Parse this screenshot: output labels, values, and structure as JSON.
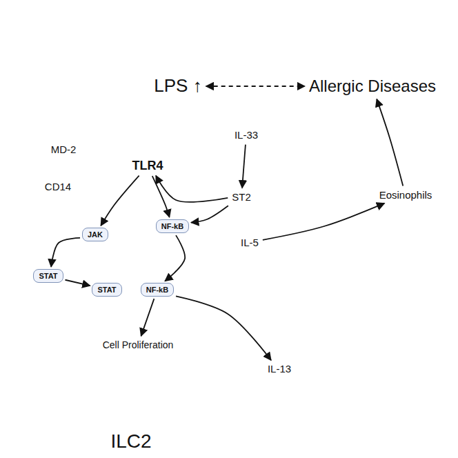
{
  "diagram": {
    "nodes": [
      {
        "text": [
          "LPS ↑"
        ]
      },
      {
        "text": [
          "Allergic Diseases"
        ]
      },
      {
        "text": [
          "TLR4"
        ]
      },
      {
        "text": [
          "IL-33"
        ]
      },
      {
        "text": [
          "ST2"
        ]
      },
      {
        "text": [
          "ILC2"
        ]
      },
      {
        "text": [
          "JAK"
        ],
        "in": 5
      },
      {
        "text": [
          "NF-kB"
        ],
        "in": 5
      },
      {
        "text": [
          "STAT"
        ],
        "in": 5
      },
      {
        "text": [
          "STAT"
        ],
        "in": 5
      },
      {
        "text": [
          "NF-kB"
        ],
        "in": 5
      },
      {
        "text": [
          "Cell Proliferation"
        ],
        "in": 5
      },
      {
        "text": [
          "IL-5"
        ],
        "in": 5
      },
      {
        "text": [
          "IL-13"
        ],
        "in": 5
      },
      {
        "text": [
          "Eosinophils"
        ]
      }
    ],
    "edges": [
      {
        "from": 0,
        "to": 1,
        "arrow": "both"
      },
      {
        "from": 2,
        "to": 6,
        "arrow": "to"
      },
      {
        "from": 2,
        "to": 7,
        "arrow": "to"
      },
      {
        "from": 4,
        "to": 2,
        "arrow": "to"
      },
      {
        "from": 4,
        "to": 7,
        "arrow": "to"
      },
      {
        "from": 3,
        "to": 4,
        "arrow": "to"
      },
      {
        "from": 6,
        "to": 8,
        "arrow": "to"
      },
      {
        "from": 8,
        "to": 9,
        "arrow": "to"
      },
      {
        "from": 7,
        "to": 10,
        "arrow": "to"
      },
      {
        "from": 10,
        "to": 11,
        "arrow": "to"
      },
      {
        "from": 10,
        "to": 13,
        "arrow": "to"
      },
      {
        "from": 12,
        "to": 14,
        "arrow": "to"
      },
      {
        "from": 14,
        "to": 1,
        "arrow": "to"
      }
    ],
    "labels": [
      "MD-2",
      "CD14"
    ]
  }
}
